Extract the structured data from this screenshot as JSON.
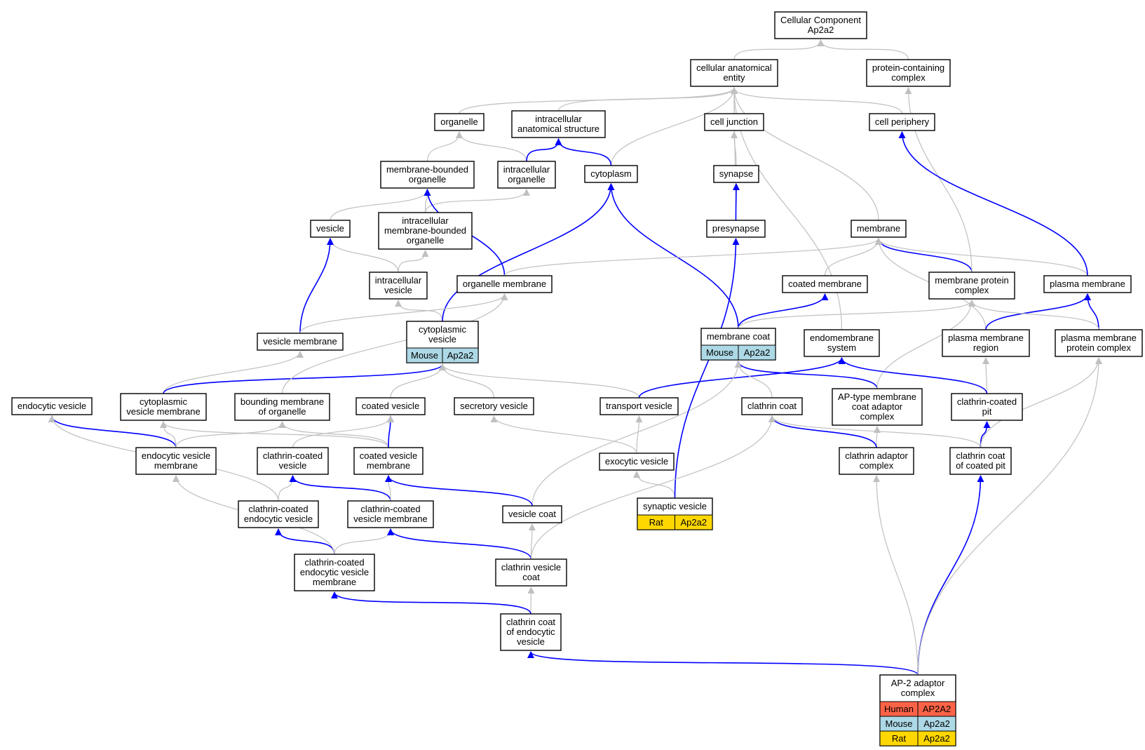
{
  "colors": {
    "edge_is_a": "#c0c0c0",
    "edge_part_of": "#0000ff",
    "human": "#ff6347",
    "mouse": "#add8e6",
    "rat": "#ffd700",
    "node_border": "#000000",
    "node_fill": "#ffffff"
  },
  "nodes": [
    {
      "id": "root",
      "lines": [
        "Cellular Component",
        "Ap2a2"
      ]
    },
    {
      "id": "cae",
      "lines": [
        "cellular anatomical",
        "entity"
      ]
    },
    {
      "id": "pcc",
      "lines": [
        "protein-containing",
        "complex"
      ]
    },
    {
      "id": "organelle",
      "lines": [
        "organelle"
      ]
    },
    {
      "id": "ias",
      "lines": [
        "intracellular",
        "anatomical structure"
      ]
    },
    {
      "id": "celljunction",
      "lines": [
        "cell junction"
      ]
    },
    {
      "id": "cellperiphery",
      "lines": [
        "cell periphery"
      ]
    },
    {
      "id": "mbo",
      "lines": [
        "membrane-bounded",
        "organelle"
      ]
    },
    {
      "id": "io",
      "lines": [
        "intracellular",
        "organelle"
      ]
    },
    {
      "id": "cytoplasm",
      "lines": [
        "cytoplasm"
      ]
    },
    {
      "id": "synapse",
      "lines": [
        "synapse"
      ]
    },
    {
      "id": "vesicle",
      "lines": [
        "vesicle"
      ]
    },
    {
      "id": "imbo",
      "lines": [
        "intracellular",
        "membrane-bounded",
        "organelle"
      ]
    },
    {
      "id": "presynapse",
      "lines": [
        "presynapse"
      ]
    },
    {
      "id": "membrane",
      "lines": [
        "membrane"
      ]
    },
    {
      "id": "iv",
      "lines": [
        "intracellular",
        "vesicle"
      ]
    },
    {
      "id": "om",
      "lines": [
        "organelle membrane"
      ]
    },
    {
      "id": "coatedmem",
      "lines": [
        "coated membrane"
      ]
    },
    {
      "id": "mpc",
      "lines": [
        "membrane protein",
        "complex"
      ]
    },
    {
      "id": "pm",
      "lines": [
        "plasma membrane"
      ]
    },
    {
      "id": "vm",
      "lines": [
        "vesicle membrane"
      ]
    },
    {
      "id": "cytovesicle",
      "lines": [
        "cytoplasmic",
        "vesicle"
      ],
      "species": [
        {
          "name": "Mouse",
          "gene": "Ap2a2",
          "color": "mouse"
        }
      ]
    },
    {
      "id": "memcoat",
      "lines": [
        "membrane coat"
      ],
      "species": [
        {
          "name": "Mouse",
          "gene": "Ap2a2",
          "color": "mouse"
        }
      ]
    },
    {
      "id": "endomem",
      "lines": [
        "endomembrane",
        "system"
      ]
    },
    {
      "id": "pmr",
      "lines": [
        "plasma membrane",
        "region"
      ]
    },
    {
      "id": "pmpc",
      "lines": [
        "plasma membrane",
        "protein complex"
      ]
    },
    {
      "id": "endovesicle",
      "lines": [
        "endocytic vesicle"
      ]
    },
    {
      "id": "cvm",
      "lines": [
        "cytoplasmic",
        "vesicle membrane"
      ]
    },
    {
      "id": "bmo",
      "lines": [
        "bounding membrane",
        "of organelle"
      ]
    },
    {
      "id": "coatedves",
      "lines": [
        "coated vesicle"
      ]
    },
    {
      "id": "secves",
      "lines": [
        "secretory vesicle"
      ]
    },
    {
      "id": "transves",
      "lines": [
        "transport vesicle"
      ]
    },
    {
      "id": "clathcoat",
      "lines": [
        "clathrin coat"
      ]
    },
    {
      "id": "aptype",
      "lines": [
        "AP-type membrane",
        "coat adaptor",
        "complex"
      ]
    },
    {
      "id": "ccpit",
      "lines": [
        "clathrin-coated",
        "pit"
      ]
    },
    {
      "id": "evm",
      "lines": [
        "endocytic vesicle",
        "membrane"
      ]
    },
    {
      "id": "ccv",
      "lines": [
        "clathrin-coated",
        "vesicle"
      ]
    },
    {
      "id": "cvmem",
      "lines": [
        "coated vesicle",
        "membrane"
      ]
    },
    {
      "id": "exoves",
      "lines": [
        "exocytic vesicle"
      ]
    },
    {
      "id": "cac",
      "lines": [
        "clathrin adaptor",
        "complex"
      ]
    },
    {
      "id": "ccoatpit",
      "lines": [
        "clathrin coat",
        "of coated pit"
      ]
    },
    {
      "id": "ccev",
      "lines": [
        "clathrin-coated",
        "endocytic vesicle"
      ]
    },
    {
      "id": "ccvm",
      "lines": [
        "clathrin-coated",
        "vesicle membrane"
      ]
    },
    {
      "id": "vcoat",
      "lines": [
        "vesicle coat"
      ]
    },
    {
      "id": "synves",
      "lines": [
        "synaptic vesicle"
      ],
      "species": [
        {
          "name": "Rat",
          "gene": "Ap2a2",
          "color": "rat"
        }
      ]
    },
    {
      "id": "ccevm",
      "lines": [
        "clathrin-coated",
        "endocytic vesicle",
        "membrane"
      ]
    },
    {
      "id": "cvcoat",
      "lines": [
        "clathrin vesicle",
        "coat"
      ]
    },
    {
      "id": "ccoatev",
      "lines": [
        "clathrin coat",
        "of endocytic",
        "vesicle"
      ]
    },
    {
      "id": "ap2",
      "lines": [
        "AP-2 adaptor",
        "complex"
      ],
      "species": [
        {
          "name": "Human",
          "gene": "AP2A2",
          "color": "human"
        },
        {
          "name": "Mouse",
          "gene": "Ap2a2",
          "color": "mouse"
        },
        {
          "name": "Rat",
          "gene": "Ap2a2",
          "color": "rat"
        }
      ]
    }
  ],
  "edges": [
    {
      "from": "cae",
      "to": "root",
      "type": "is_a"
    },
    {
      "from": "pcc",
      "to": "root",
      "type": "is_a"
    },
    {
      "from": "organelle",
      "to": "cae",
      "type": "is_a"
    },
    {
      "from": "ias",
      "to": "cae",
      "type": "is_a"
    },
    {
      "from": "celljunction",
      "to": "cae",
      "type": "is_a"
    },
    {
      "from": "cellperiphery",
      "to": "cae",
      "type": "is_a"
    },
    {
      "from": "cytoplasm",
      "to": "cae",
      "type": "is_a"
    },
    {
      "from": "presynapse",
      "to": "cae",
      "type": "is_a"
    },
    {
      "from": "endomem",
      "to": "cae",
      "type": "is_a"
    },
    {
      "from": "membrane",
      "to": "cae",
      "type": "is_a"
    },
    {
      "from": "synapse",
      "to": "celljunction",
      "type": "is_a"
    },
    {
      "from": "mbo",
      "to": "organelle",
      "type": "is_a"
    },
    {
      "from": "io",
      "to": "organelle",
      "type": "is_a"
    },
    {
      "from": "io",
      "to": "ias",
      "type": "part_of"
    },
    {
      "from": "cytoplasm",
      "to": "ias",
      "type": "part_of"
    },
    {
      "from": "presynapse",
      "to": "synapse",
      "type": "part_of"
    },
    {
      "from": "vesicle",
      "to": "mbo",
      "type": "is_a"
    },
    {
      "from": "imbo",
      "to": "mbo",
      "type": "is_a"
    },
    {
      "from": "imbo",
      "to": "io",
      "type": "is_a"
    },
    {
      "from": "om",
      "to": "mbo",
      "type": "part_of"
    },
    {
      "from": "iv",
      "to": "vesicle",
      "type": "is_a"
    },
    {
      "from": "iv",
      "to": "imbo",
      "type": "is_a"
    },
    {
      "from": "vm",
      "to": "vesicle",
      "type": "part_of"
    },
    {
      "from": "cytovesicle",
      "to": "iv",
      "type": "is_a"
    },
    {
      "from": "cytovesicle",
      "to": "cytoplasm",
      "type": "part_of"
    },
    {
      "from": "memcoat",
      "to": "cytoplasm",
      "type": "part_of"
    },
    {
      "from": "om",
      "to": "membrane",
      "type": "is_a"
    },
    {
      "from": "coatedmem",
      "to": "membrane",
      "type": "is_a"
    },
    {
      "from": "mpc",
      "to": "membrane",
      "type": "part_of"
    },
    {
      "from": "mpc",
      "to": "pcc",
      "type": "is_a"
    },
    {
      "from": "pm",
      "to": "membrane",
      "type": "is_a"
    },
    {
      "from": "pm",
      "to": "cellperiphery",
      "type": "part_of"
    },
    {
      "from": "pmr",
      "to": "membrane",
      "type": "is_a"
    },
    {
      "from": "memcoat",
      "to": "coatedmem",
      "type": "part_of"
    },
    {
      "from": "memcoat",
      "to": "mpc",
      "type": "is_a"
    },
    {
      "from": "pmr",
      "to": "pm",
      "type": "part_of"
    },
    {
      "from": "pmpc",
      "to": "pm",
      "type": "part_of"
    },
    {
      "from": "pmpc",
      "to": "mpc",
      "type": "is_a"
    },
    {
      "from": "vm",
      "to": "om",
      "type": "is_a"
    },
    {
      "from": "cvm",
      "to": "vm",
      "type": "is_a"
    },
    {
      "from": "cvm",
      "to": "cytovesicle",
      "type": "part_of"
    },
    {
      "from": "bmo",
      "to": "om",
      "type": "is_a"
    },
    {
      "from": "coatedves",
      "to": "cytovesicle",
      "type": "is_a"
    },
    {
      "from": "secves",
      "to": "cytovesicle",
      "type": "is_a"
    },
    {
      "from": "transves",
      "to": "cytovesicle",
      "type": "is_a"
    },
    {
      "from": "transves",
      "to": "endomem",
      "type": "part_of"
    },
    {
      "from": "clathcoat",
      "to": "memcoat",
      "type": "is_a"
    },
    {
      "from": "aptype",
      "to": "memcoat",
      "type": "part_of"
    },
    {
      "from": "aptype",
      "to": "mpc",
      "type": "is_a"
    },
    {
      "from": "vcoat",
      "to": "memcoat",
      "type": "is_a"
    },
    {
      "from": "ccpit",
      "to": "pmr",
      "type": "is_a"
    },
    {
      "from": "ccpit",
      "to": "endomem",
      "type": "part_of"
    },
    {
      "from": "evm",
      "to": "endovesicle",
      "type": "part_of"
    },
    {
      "from": "evm",
      "to": "cvm",
      "type": "is_a"
    },
    {
      "from": "evm",
      "to": "bmo",
      "type": "is_a"
    },
    {
      "from": "ccev",
      "to": "endovesicle",
      "type": "is_a"
    },
    {
      "from": "cvmem",
      "to": "cvm",
      "type": "is_a"
    },
    {
      "from": "cvmem",
      "to": "bmo",
      "type": "is_a"
    },
    {
      "from": "cvmem",
      "to": "coatedves",
      "type": "part_of"
    },
    {
      "from": "ccv",
      "to": "coatedves",
      "type": "is_a"
    },
    {
      "from": "exoves",
      "to": "secves",
      "type": "is_a"
    },
    {
      "from": "exoves",
      "to": "transves",
      "type": "is_a"
    },
    {
      "from": "cac",
      "to": "aptype",
      "type": "is_a"
    },
    {
      "from": "cac",
      "to": "clathcoat",
      "type": "part_of"
    },
    {
      "from": "ccoatpit",
      "to": "clathcoat",
      "type": "is_a"
    },
    {
      "from": "ccoatpit",
      "to": "ccpit",
      "type": "part_of"
    },
    {
      "from": "ccoatpit",
      "to": "pmpc",
      "type": "is_a"
    },
    {
      "from": "ccev",
      "to": "ccv",
      "type": "is_a"
    },
    {
      "from": "ccvm",
      "to": "ccv",
      "type": "part_of"
    },
    {
      "from": "ccvm",
      "to": "cvmem",
      "type": "is_a"
    },
    {
      "from": "vcoat",
      "to": "cvmem",
      "type": "part_of"
    },
    {
      "from": "synves",
      "to": "exoves",
      "type": "is_a"
    },
    {
      "from": "synves",
      "to": "presynapse",
      "type": "part_of"
    },
    {
      "from": "ccevm",
      "to": "ccev",
      "type": "part_of"
    },
    {
      "from": "ccevm",
      "to": "ccvm",
      "type": "is_a"
    },
    {
      "from": "ccevm",
      "to": "evm",
      "type": "is_a"
    },
    {
      "from": "cvcoat",
      "to": "vcoat",
      "type": "is_a"
    },
    {
      "from": "cvcoat",
      "to": "ccvm",
      "type": "part_of"
    },
    {
      "from": "cvcoat",
      "to": "clathcoat",
      "type": "is_a"
    },
    {
      "from": "ccoatev",
      "to": "cvcoat",
      "type": "is_a"
    },
    {
      "from": "ccoatev",
      "to": "ccevm",
      "type": "part_of"
    },
    {
      "from": "ap2",
      "to": "ccoatev",
      "type": "part_of"
    },
    {
      "from": "ap2",
      "to": "ccoatpit",
      "type": "part_of"
    },
    {
      "from": "ap2",
      "to": "cac",
      "type": "is_a"
    },
    {
      "from": "ap2",
      "to": "pmpc",
      "type": "is_a"
    }
  ]
}
